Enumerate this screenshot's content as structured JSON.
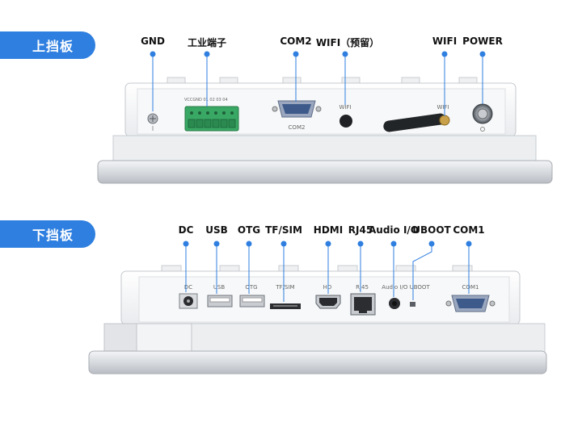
{
  "top_section": {
    "badge": "上挡板",
    "callouts": [
      "GND",
      "工业端子",
      "COM2",
      "WIFI（预留）",
      "WIFI",
      "POWER"
    ],
    "panel_labels": {
      "terminal": "VCCGND 01 02 03 04",
      "com2": "COM2",
      "wifi_reserved": "WIFI",
      "wifi": "WIFI"
    }
  },
  "bottom_section": {
    "badge": "下挡板",
    "callouts": [
      "DC",
      "USB",
      "OTG",
      "TF/SIM",
      "HDMI",
      "RJ45",
      "Audio I/O",
      "UBOOT",
      "COM1"
    ],
    "panel_labels": {
      "dc": "DC",
      "usb": "USB",
      "otg": "OTG",
      "tfsim": "TF/SIM",
      "hd": "HD",
      "rj45": "RJ45",
      "audio_uboot": "Audio I/O UBOOT",
      "com1": "COM1"
    }
  },
  "colors": {
    "accent": "#2f7fe0",
    "callout_line": "#2f7fe0"
  }
}
